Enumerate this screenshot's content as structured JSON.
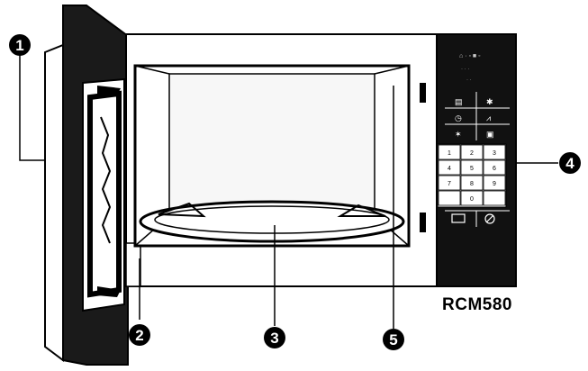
{
  "model": "RCM580",
  "callouts": [
    {
      "id": 1,
      "label": "1"
    },
    {
      "id": 2,
      "label": "2"
    },
    {
      "id": 3,
      "label": "3"
    },
    {
      "id": 4,
      "label": "4"
    },
    {
      "id": 5,
      "label": "5"
    }
  ],
  "keypad": {
    "digits": [
      "1",
      "2",
      "3",
      "4",
      "5",
      "6",
      "7",
      "8",
      "9",
      "",
      "0",
      ""
    ]
  },
  "icons": [
    "door-icon",
    "microwave-power-icon",
    "defrost-icon",
    "timer-clock-icon",
    "grill-icon",
    "fan-icon",
    "combi-icon",
    "start-icon",
    "stop-icon"
  ]
}
